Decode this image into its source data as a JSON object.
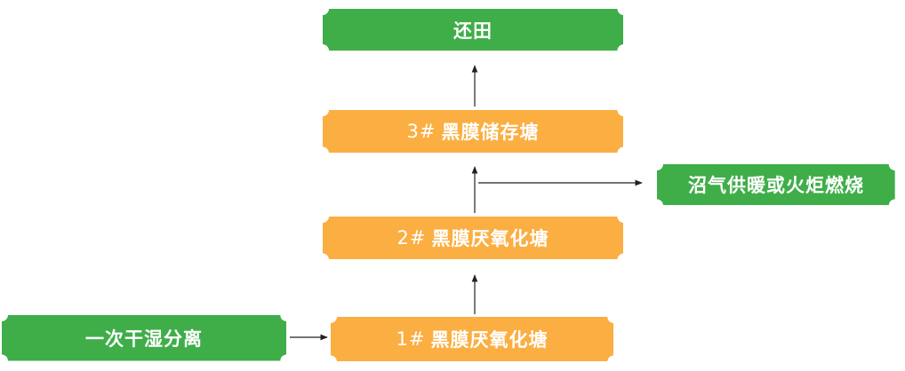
{
  "nodes": {
    "huantian": {
      "label": "还田",
      "color": "#3fae49"
    },
    "pond3": {
      "number": "3#",
      "label": "黑膜储存塘",
      "color": "#fbae42"
    },
    "biogas": {
      "label": "沼气供暖或火炬燃烧",
      "color": "#3fae49"
    },
    "pond2": {
      "number": "2#",
      "label": "黑膜厌氧化塘",
      "color": "#fbae42"
    },
    "separation": {
      "label": "一次干湿分离",
      "color": "#3fae49"
    },
    "pond1": {
      "number": "1#",
      "label": "黑膜厌氧化塘",
      "color": "#fbae42"
    }
  },
  "edges": [
    {
      "from": "separation",
      "to": "pond1"
    },
    {
      "from": "pond1",
      "to": "pond2"
    },
    {
      "from": "pond2",
      "to": "pond3"
    },
    {
      "from": "pond2",
      "to": "biogas"
    },
    {
      "from": "pond3",
      "to": "huantian"
    }
  ]
}
